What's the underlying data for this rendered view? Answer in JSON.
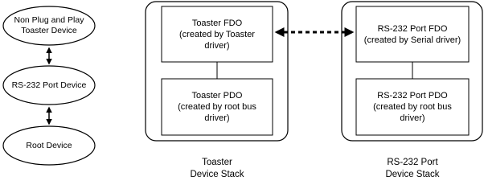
{
  "devices": [
    {
      "label": "Non Plug and Play\nToaster Device"
    },
    {
      "label": "RS-232 Port Device"
    },
    {
      "label": "Root Device"
    }
  ],
  "stacks": [
    {
      "caption": "Toaster\nDevice Stack",
      "fdo": "Toaster FDO\n(created by Toaster\ndriver)",
      "pdo": "Toaster PDO\n(created by root bus\ndriver)"
    },
    {
      "caption": "RS-232 Port\nDevice Stack",
      "fdo": "RS-232 Port FDO\n(created by Serial driver)",
      "pdo": "RS-232 Port PDO\n(created by root bus\ndriver)"
    }
  ],
  "colors": {
    "stroke": "#000000",
    "background": "#ffffff"
  }
}
